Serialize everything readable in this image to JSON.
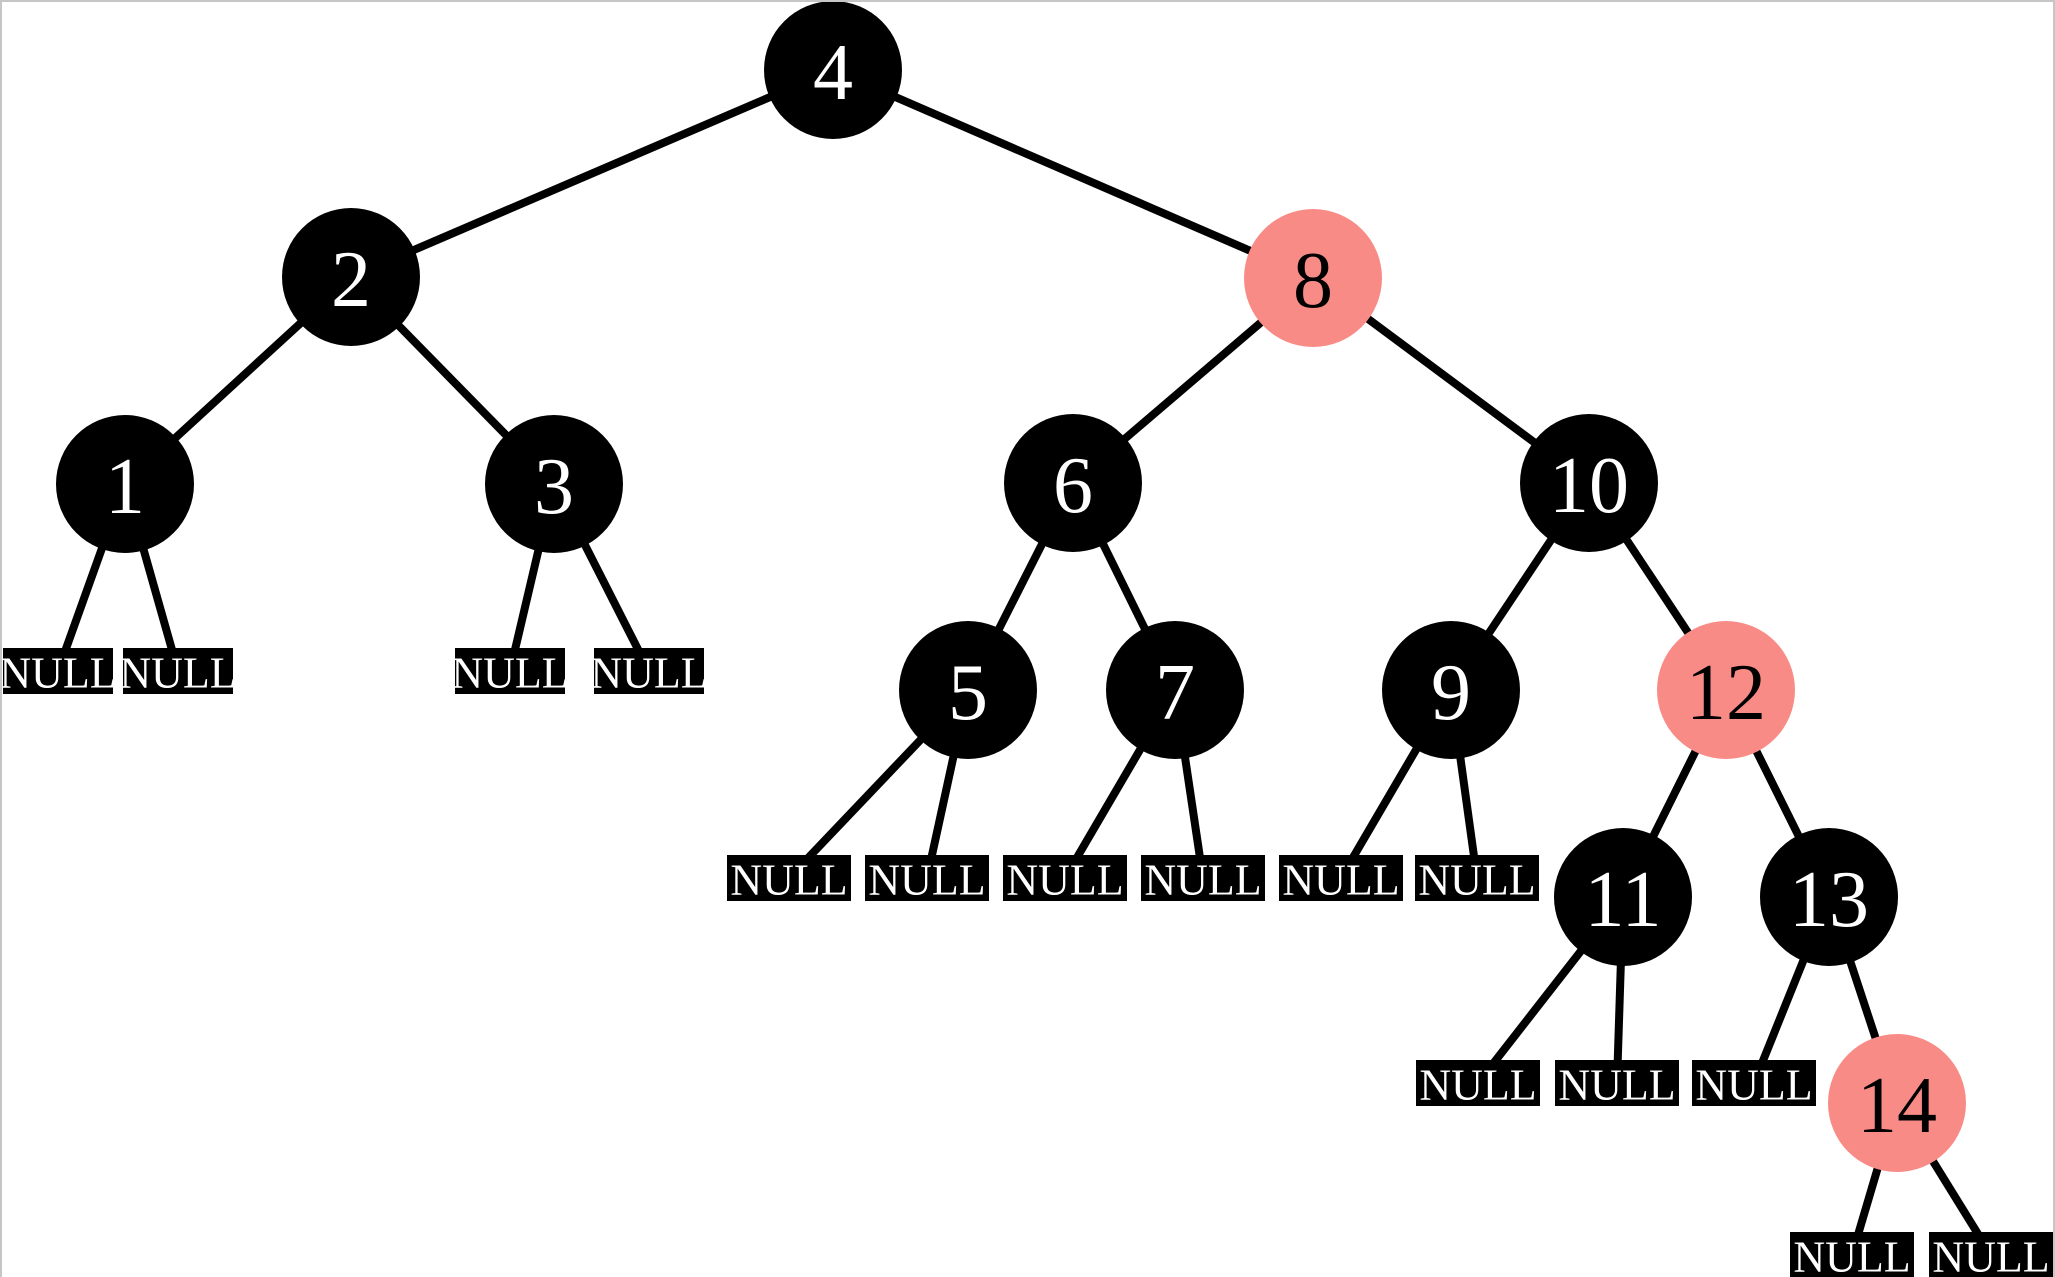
{
  "colors": {
    "black_node": "#000000",
    "red_node": "#f98b87",
    "leaf_box": "#000000",
    "leaf_text": "#ffffff",
    "edge": "#000000",
    "background": "#ffffff",
    "page_border": "#c6c6c6"
  },
  "tree": {
    "null_label": "NULL",
    "nodes": {
      "n1": {
        "label": "1",
        "color_name": "black",
        "fill": "#000000",
        "text_color": "#ffffff"
      },
      "n2": {
        "label": "2",
        "color_name": "black",
        "fill": "#000000",
        "text_color": "#ffffff"
      },
      "n3": {
        "label": "3",
        "color_name": "black",
        "fill": "#000000",
        "text_color": "#ffffff"
      },
      "n4": {
        "label": "4",
        "color_name": "black",
        "fill": "#000000",
        "text_color": "#ffffff"
      },
      "n5": {
        "label": "5",
        "color_name": "black",
        "fill": "#000000",
        "text_color": "#ffffff"
      },
      "n6": {
        "label": "6",
        "color_name": "black",
        "fill": "#000000",
        "text_color": "#ffffff"
      },
      "n7": {
        "label": "7",
        "color_name": "black",
        "fill": "#000000",
        "text_color": "#ffffff"
      },
      "n8": {
        "label": "8",
        "color_name": "red",
        "fill": "#f98b87",
        "text_color": "#000000"
      },
      "n9": {
        "label": "9",
        "color_name": "black",
        "fill": "#000000",
        "text_color": "#ffffff"
      },
      "n10": {
        "label": "10",
        "color_name": "black",
        "fill": "#000000",
        "text_color": "#ffffff"
      },
      "n11": {
        "label": "11",
        "color_name": "black",
        "fill": "#000000",
        "text_color": "#ffffff"
      },
      "n12": {
        "label": "12",
        "color_name": "red",
        "fill": "#f98b87",
        "text_color": "#000000"
      },
      "n13": {
        "label": "13",
        "color_name": "black",
        "fill": "#000000",
        "text_color": "#ffffff"
      },
      "n14": {
        "label": "14",
        "color_name": "red",
        "fill": "#f98b87",
        "text_color": "#000000"
      }
    },
    "edges": [
      [
        "4",
        "2"
      ],
      [
        "4",
        "8"
      ],
      [
        "2",
        "1"
      ],
      [
        "2",
        "3"
      ],
      [
        "8",
        "6"
      ],
      [
        "8",
        "10"
      ],
      [
        "6",
        "5"
      ],
      [
        "6",
        "7"
      ],
      [
        "10",
        "9"
      ],
      [
        "10",
        "12"
      ],
      [
        "12",
        "11"
      ],
      [
        "12",
        "13"
      ],
      [
        "13",
        "14"
      ],
      [
        "1",
        "NULL"
      ],
      [
        "1",
        "NULL"
      ],
      [
        "3",
        "NULL"
      ],
      [
        "3",
        "NULL"
      ],
      [
        "5",
        "NULL"
      ],
      [
        "5",
        "NULL"
      ],
      [
        "7",
        "NULL"
      ],
      [
        "7",
        "NULL"
      ],
      [
        "9",
        "NULL"
      ],
      [
        "9",
        "NULL"
      ],
      [
        "11",
        "NULL"
      ],
      [
        "11",
        "NULL"
      ],
      [
        "13",
        "NULL"
      ],
      [
        "14",
        "NULL"
      ],
      [
        "14",
        "NULL"
      ]
    ]
  }
}
